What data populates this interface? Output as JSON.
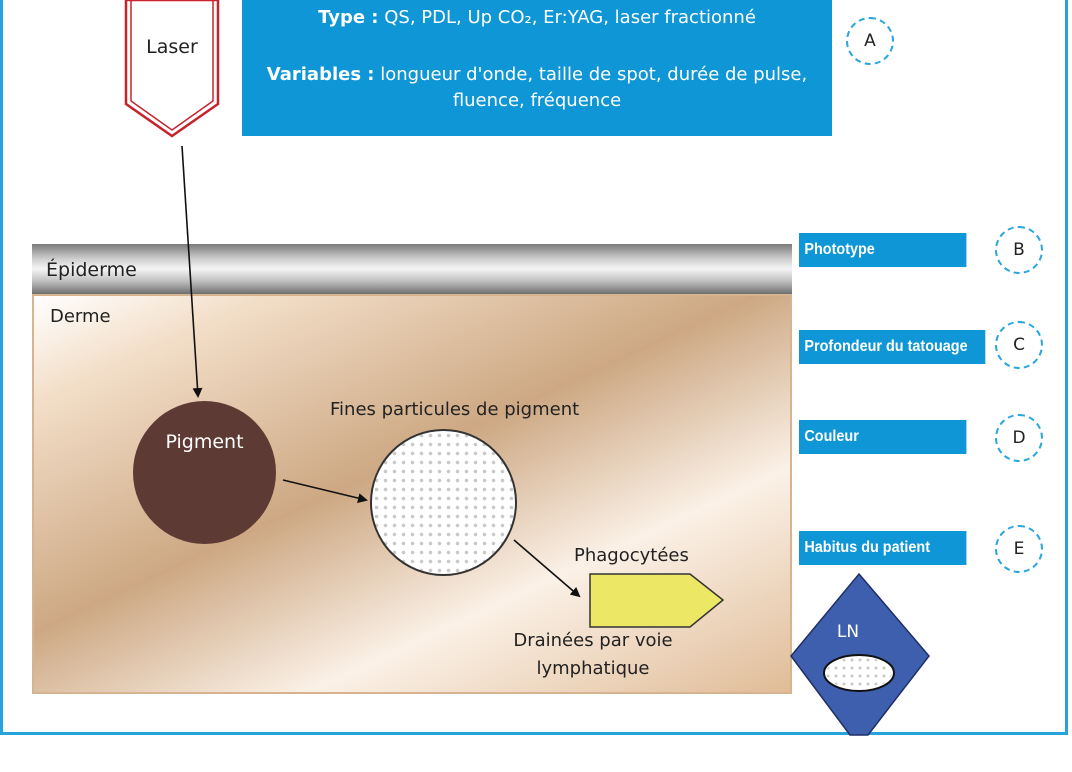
{
  "infobox": {
    "type_label": "Type :",
    "type_text": "QS, PDL, Up CO₂, Er:YAG, laser fractionné",
    "variables_label": "Variables :",
    "variables_text": "longueur d'onde, taille de spot, durée de pulse, fluence, fréquence",
    "badge": "A"
  },
  "laser": {
    "label": "Laser"
  },
  "layers": {
    "epiderme": "Épiderme",
    "derme": "Derme"
  },
  "nodes": {
    "pigment": "Pigment",
    "fines": "Fines particules de pigment",
    "phagocytees": "Phagocytées",
    "drainees": "Drainées par voie lymphatique",
    "ln": "LN"
  },
  "factors": [
    {
      "label": "Phototype",
      "badge": "B"
    },
    {
      "label": "Profondeur du tatouage",
      "badge": "C"
    },
    {
      "label": "Couleur",
      "badge": "D"
    },
    {
      "label": "Habitus du patient",
      "badge": "E"
    }
  ],
  "colors": {
    "accent_blue": "#0f96d6",
    "frame_blue": "#27a3dc",
    "pigment": "#5e3a34",
    "phagocyte": "#ece866",
    "lymph_node": "#3d5fae",
    "laser_outline": "#c8232c"
  }
}
